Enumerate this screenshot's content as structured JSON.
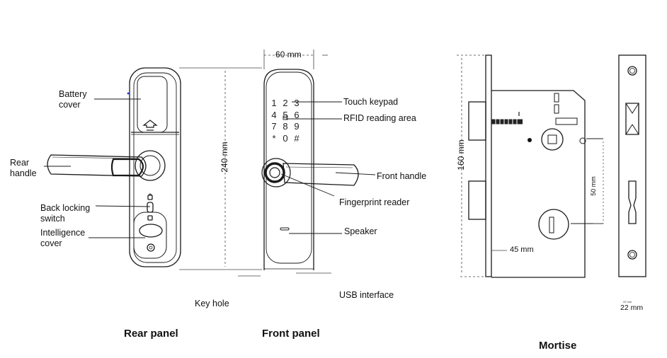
{
  "rear_panel": {
    "title": "Rear panel",
    "battery_cover": [
      "Battery",
      "cover"
    ],
    "rear_handle": [
      "Rear",
      "handle"
    ],
    "back_locking_switch": [
      "Back locking",
      "switch"
    ],
    "intelligence_cover": [
      "Intelligence",
      "cover"
    ],
    "key_hole": "Key hole"
  },
  "front_panel": {
    "title": "Front panel",
    "keys": [
      "1",
      "2",
      "3",
      "4",
      "5",
      "6",
      "7",
      "8",
      "9",
      "*",
      "0",
      "#"
    ],
    "touch_keypad": "Touch keypad",
    "rfid_area": "RFID reading area",
    "front_handle": "Front handle",
    "fingerprint_reader": "Fingerprint reader",
    "speaker": "Speaker",
    "usb_interface": "USB interface"
  },
  "mortise": {
    "title": "Mortise",
    "height": "160 mm",
    "backset": "45 mm",
    "spacing": "50 mm",
    "faceplate_width": "22 mm",
    "faceplate_tiny": "22 mm"
  },
  "dimensions": {
    "width": "60 mm",
    "height": "240 mm"
  },
  "colors": {
    "line": "#1a1a1a",
    "dim_line": "#444444",
    "dot": "#2233dd"
  }
}
